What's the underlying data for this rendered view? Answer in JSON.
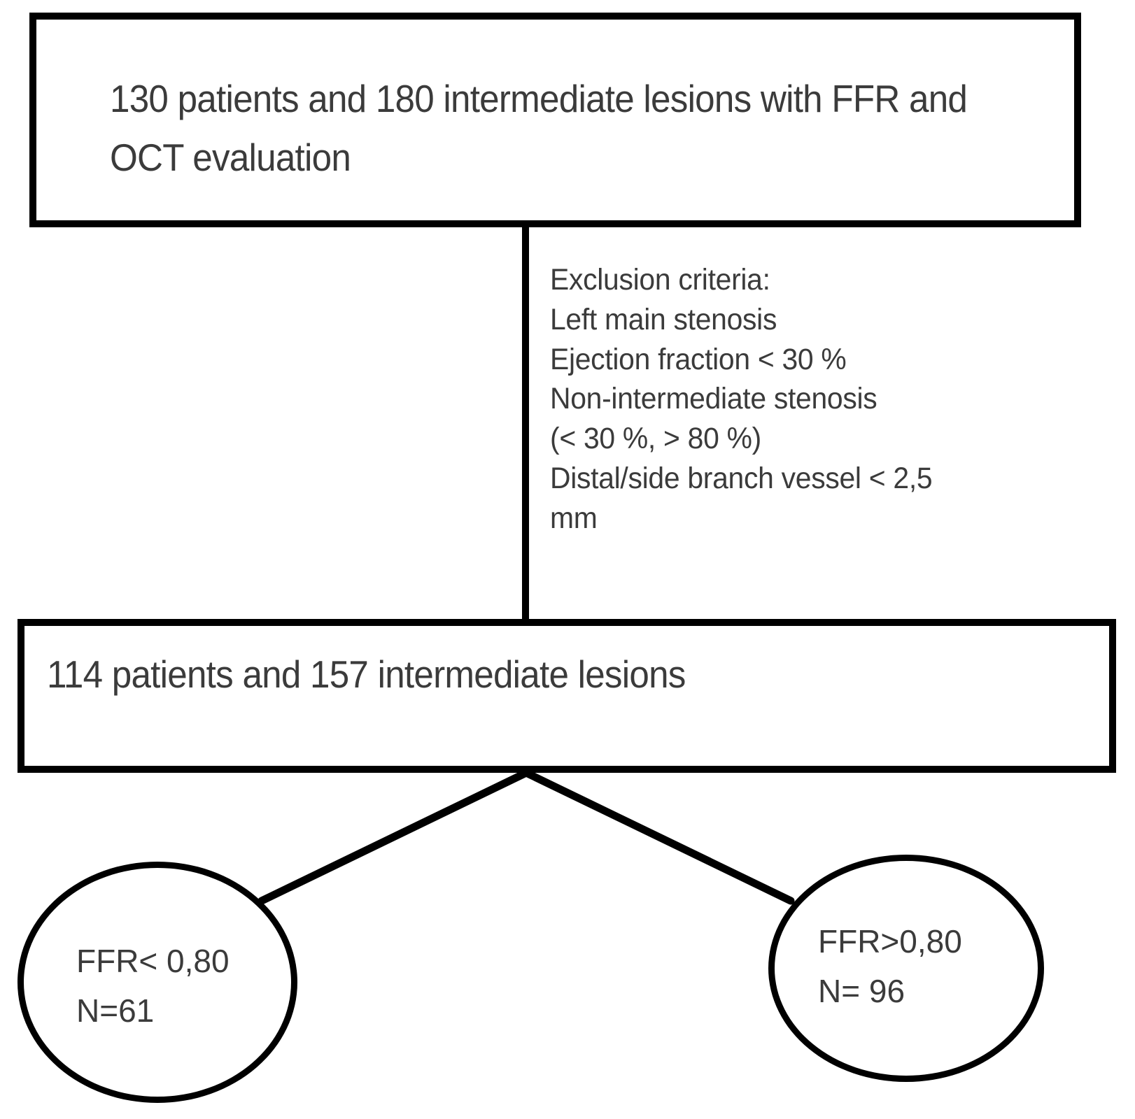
{
  "diagram": {
    "title": "FFR and OCT study patient flow diagram",
    "type": "flowchart",
    "colors": {
      "stroke": "#000000",
      "text": "#3b3b3b",
      "background": "#ffffff"
    },
    "nodes": {
      "enrollment_box": {
        "shape": "rectangle",
        "text": "130 patients and 180 intermediate lesions with FFR and OCT evaluation",
        "line1": "130 patients and 180 intermediate lesions with",
        "line2": "FFR and OCT evaluation",
        "patients": 130,
        "lesions": 180
      },
      "included_box": {
        "shape": "rectangle",
        "text": "114 patients and 157 intermediate lesions",
        "patients": 114,
        "lesions": 157
      },
      "ffr_low_ellipse": {
        "shape": "ellipse",
        "line1": "FFR< 0,80",
        "line2": "N=61",
        "text": "FFR< 0,80\nN=61",
        "threshold": "0,80",
        "comparator": "<",
        "n": 61
      },
      "ffr_high_ellipse": {
        "shape": "ellipse",
        "line1": "FFR>0,80",
        "line2": "N= 96",
        "text": "FFR>0,80\nN= 96",
        "threshold": "0,80",
        "comparator": ">",
        "n": 96
      }
    },
    "annotations": {
      "exclusion": {
        "heading": "Exclusion criteria:",
        "items": [
          "Left main stenosis",
          "Ejection fraction < 30 %",
          "Non-intermediate stenosis",
          "(< 30 %, > 80 %)",
          "Distal/side branch vessel < 2,5",
          "mm"
        ],
        "text": "Exclusion criteria:\nLeft main stenosis\nEjection fraction < 30 %\nNon-intermediate stenosis\n(< 30 %, > 80 %)\nDistal/side branch vessel < 2,5\nmm"
      }
    },
    "edges": [
      {
        "name": "enrollment-to-included",
        "from": "enrollment_box",
        "to": "included_box",
        "style": "straight-vertical"
      },
      {
        "name": "included-to-ffr-low",
        "from": "included_box",
        "to": "ffr_low_ellipse",
        "style": "diagonal"
      },
      {
        "name": "included-to-ffr-high",
        "from": "included_box",
        "to": "ffr_high_ellipse",
        "style": "diagonal"
      }
    ]
  }
}
